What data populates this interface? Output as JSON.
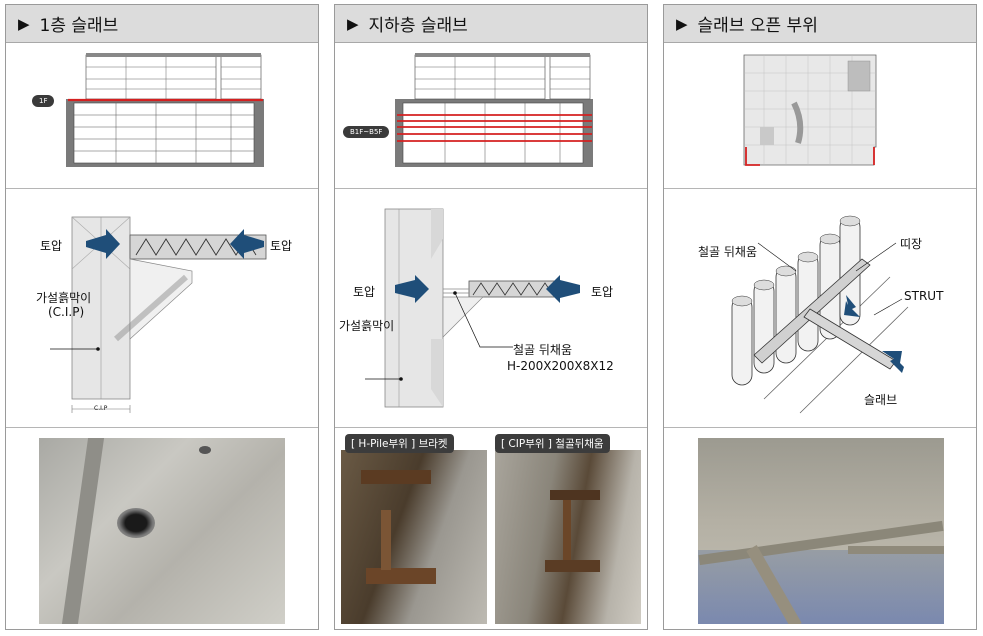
{
  "panels": [
    {
      "title": "1층 슬래브",
      "level_tag": "1F",
      "labels": {
        "earth_left": "토압",
        "earth_right": "토압",
        "wall_line1": "가설흙막이",
        "wall_line2": "(C.I.P)",
        "dimension": "C.I.P"
      }
    },
    {
      "title": "지하층 슬래브",
      "level_tag": "B1F~B5F",
      "labels": {
        "earth_left": "토압",
        "earth_right": "토압",
        "wall": "가설흙막이",
        "backfill": "철골 뒤채움",
        "section": "H-200X200X8X12"
      },
      "photo_captions": [
        "[ H-Pile부위 ] 브라켓",
        "[ CIP부위 ] 철골뒤채움"
      ]
    },
    {
      "title": "슬래브 오픈 부위",
      "labels": {
        "backfill": "철골 뒤채움",
        "wale": "띠장",
        "strut": "STRUT",
        "slab": "슬래브"
      }
    }
  ],
  "colors": {
    "arrow": "#1f4e79",
    "slab_line": "#d42020",
    "header_bg": "#dcdcdc"
  }
}
